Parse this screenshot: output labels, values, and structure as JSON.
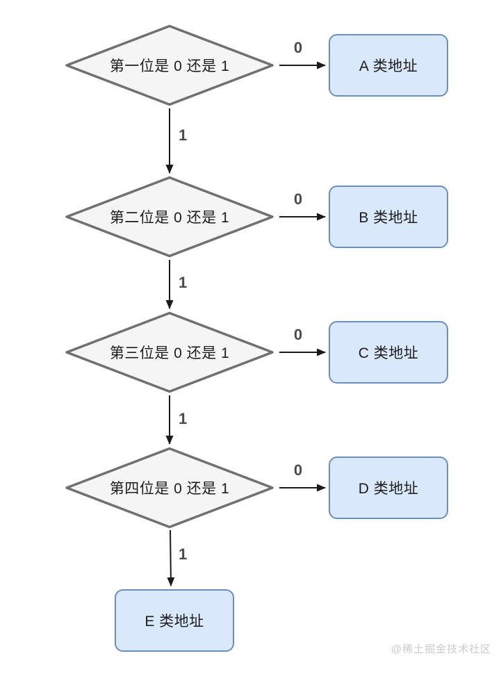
{
  "diagram": {
    "title_hint": "IP address class decision flowchart",
    "decisions": [
      {
        "id": "d1",
        "label": "第一位是 0 还是 1"
      },
      {
        "id": "d2",
        "label": "第二位是 0 还是 1"
      },
      {
        "id": "d3",
        "label": "第三位是 0 还是 1"
      },
      {
        "id": "d4",
        "label": "第四位是 0 还是 1"
      }
    ],
    "results": [
      {
        "id": "A",
        "label": "A 类地址"
      },
      {
        "id": "B",
        "label": "B 类地址"
      },
      {
        "id": "C",
        "label": "C 类地址"
      },
      {
        "id": "D",
        "label": "D 类地址"
      },
      {
        "id": "E",
        "label": "E 类地址"
      }
    ],
    "edge_labels": {
      "zero": "0",
      "one": "1"
    },
    "colors": {
      "decision_fill": "#f5f5f5",
      "decision_border": "#707070",
      "result_fill": "#dae8fc",
      "result_border": "#6c8ebf",
      "arrow": "#1a1a1a",
      "edge_label": "#4a4a4a",
      "watermark": "#cbcbcb",
      "background": "#ffffff"
    }
  },
  "watermark": {
    "text": "@稀土掘金技术社区"
  }
}
